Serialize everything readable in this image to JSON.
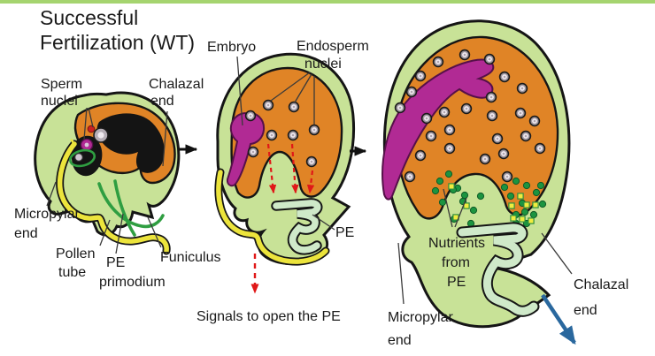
{
  "title": {
    "line1": "Successful",
    "line2": "Fertilization (WT)"
  },
  "stage1": {
    "sperm_nuclei": {
      "l1": "Sperm",
      "l2": "nuclei"
    },
    "chalazal": {
      "l1": "Chalazal",
      "l2": "end"
    },
    "micropylar": {
      "l1": "Micropylar",
      "l2": "end"
    },
    "pollen_tube": {
      "l1": "Pollen",
      "l2": "tube"
    },
    "pe_primodium": {
      "l1": "PE",
      "l2": "primodium"
    },
    "funiculus": "Funiculus"
  },
  "stage2": {
    "embryo": "Embryo",
    "endosperm_nuclei": {
      "l1": "Endosperm",
      "l2": "nuclei"
    },
    "pe": "PE",
    "signals": "Signals to open the PE"
  },
  "stage3": {
    "nutrients": {
      "l1": "Nutrients",
      "l2": "from",
      "l3": "PE"
    },
    "micropylar": {
      "l1": "Micropylar",
      "l2": "end"
    },
    "chalazal": {
      "l1": "Chalazal",
      "l2": "end"
    }
  },
  "colors": {
    "top_bar": "#a5d46f",
    "ovule_body": "#c8e297",
    "endosperm": "#e08426",
    "embryo": "#b12a94",
    "degenerated_region": "#141414",
    "pollen_tube": "#ece43c",
    "pe_structure": "#cfe9c9",
    "funiculus_green": "#2f9e41",
    "nutrient_dot": "#1c9440",
    "nutrient_square": "#f0ec3f",
    "signal_arrow": "#e01818",
    "stage_arrow": "#111111",
    "exit_arrow": "#2a689e",
    "label_text": "#1a1a1a"
  }
}
